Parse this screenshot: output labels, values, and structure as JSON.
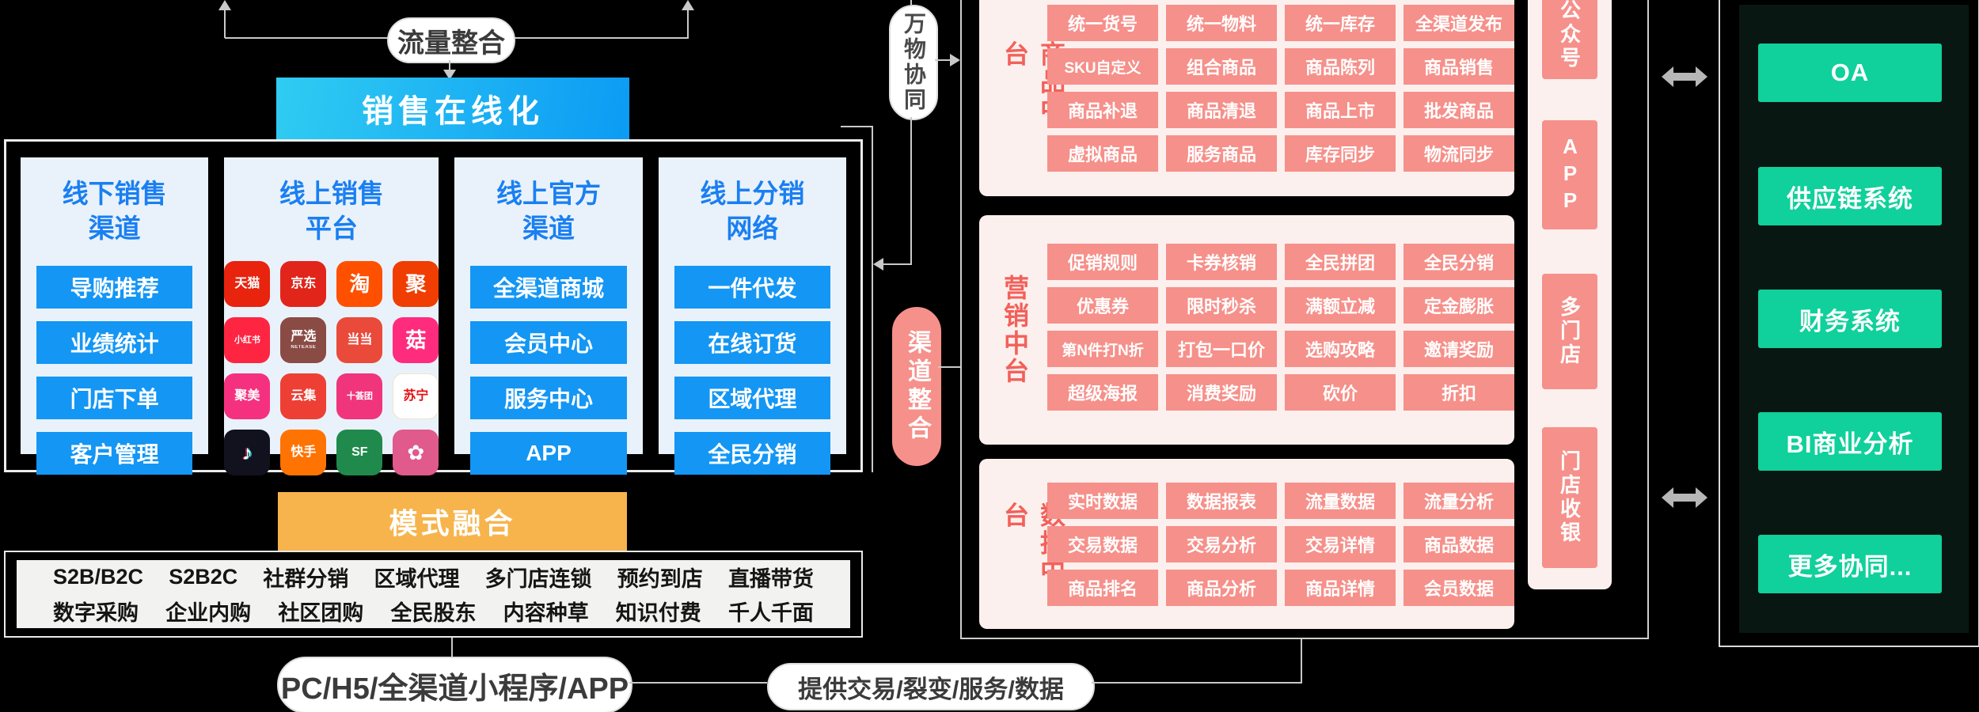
{
  "top_left": {
    "traffic_pill": "流量整合",
    "sales_header": "销售在线化"
  },
  "sales_box": {
    "panels": [
      {
        "id": "offline-sales-channel",
        "title_line1": "线下销售",
        "title_line2": "渠道",
        "buttons": [
          "导购推荐",
          "业绩统计",
          "门店下单",
          "客户管理"
        ]
      },
      {
        "id": "online-sales-platform",
        "title_line1": "线上销售",
        "title_line2": "平台",
        "icons": [
          {
            "name": "tmall-icon",
            "label": "天猫",
            "bg": "#e8230e",
            "glyph": "天猫"
          },
          {
            "name": "jd-icon",
            "label": "京东",
            "bg": "#e1251b",
            "glyph": "京东"
          },
          {
            "name": "taobao-icon",
            "label": "淘宝",
            "bg": "#ff5000",
            "glyph": "淘"
          },
          {
            "name": "juhuasuan-icon",
            "label": "聚划算",
            "bg": "#f03d02",
            "glyph": "聚"
          },
          {
            "name": "xiaohongshu-icon",
            "label": "小红书",
            "bg": "#fe2543",
            "glyph": "小红书"
          },
          {
            "name": "yanxuan-icon",
            "label": "网易严选",
            "bg": "#8a4b44",
            "glyph": "严选",
            "sub": "NETEASE"
          },
          {
            "name": "dangdang-icon",
            "label": "当当",
            "bg": "#ea4a3a",
            "glyph": "当当"
          },
          {
            "name": "mogujie-icon",
            "label": "蘑菇街",
            "bg": "#ff2c7d",
            "glyph": "菇"
          },
          {
            "name": "jumei-icon",
            "label": "聚美",
            "bg": "#f5317f",
            "glyph": "聚美"
          },
          {
            "name": "yunji-icon",
            "label": "云集",
            "bg": "#ee3f35",
            "glyph": "云集"
          },
          {
            "name": "shihuituan-icon",
            "label": "十荟团",
            "bg": "#f0357c",
            "glyph": "十荟团"
          },
          {
            "name": "suning-icon",
            "label": "苏宁易购",
            "bg": "#ffffff",
            "fg": "#e70d11",
            "glyph": "苏宁",
            "border": "#f2e3c8"
          },
          {
            "name": "douyin-icon",
            "label": "抖音",
            "bg": "#12121e",
            "glyph": "♪",
            "shadow": true
          },
          {
            "name": "kuaishou-icon",
            "label": "快手",
            "bg": "#ff7303",
            "glyph": "快手"
          },
          {
            "name": "sf-icon",
            "label": "SF",
            "bg": "#1f8a4c",
            "glyph": "SF"
          },
          {
            "name": "flower-app-icon",
            "label": "花",
            "bg": "#e05a8c",
            "glyph": "✿"
          }
        ]
      },
      {
        "id": "online-official-channel",
        "title_line1": "线上官方",
        "title_line2": "渠道",
        "buttons": [
          "全渠道商城",
          "会员中心",
          "服务中心",
          "APP"
        ]
      },
      {
        "id": "online-distribution-network",
        "title_line1": "线上分销",
        "title_line2": "网络",
        "buttons": [
          "一件代发",
          "在线订货",
          "区域代理",
          "全民分销"
        ]
      }
    ]
  },
  "modes": {
    "header": "模式融合",
    "rows": [
      [
        "S2B/B2C",
        "S2B2C",
        "社群分销",
        "区域代理",
        "多门店连锁",
        "预约到店",
        "直播带货"
      ],
      [
        "数字采购",
        "企业内购",
        "社区团购",
        "全民股东",
        "内容种草",
        "知识付费",
        "千人千面"
      ]
    ]
  },
  "bottom": {
    "pc_pill": "PC/H5/全渠道小程序/APP",
    "provide_pill": "提供交易/裂变/服务/数据"
  },
  "connector_pills": {
    "wanwu": "万物协同",
    "qudao": "渠道整合"
  },
  "platform": {
    "panels": [
      {
        "id": "product-center",
        "label": "商品中台",
        "chips": [
          "统一货号",
          "统一物料",
          "统一库存",
          "全渠道发布",
          "SKU自定义",
          "组合商品",
          "商品陈列",
          "商品销售",
          "商品补退",
          "商品清退",
          "商品上市",
          "批发商品",
          "虚拟商品",
          "服务商品",
          "库存同步",
          "物流同步"
        ]
      },
      {
        "id": "marketing-center",
        "label": "营销中台",
        "chips": [
          "促销规则",
          "卡券核销",
          "全民拼团",
          "全民分销",
          "优惠券",
          "限时秒杀",
          "满额立减",
          "定金膨胀",
          "第N件打N折",
          "打包一口价",
          "选购攻略",
          "邀请奖励",
          "超级海报",
          "消费奖励",
          "砍价",
          "折扣"
        ]
      },
      {
        "id": "data-center",
        "label": "数据中台",
        "chips": [
          "实时数据",
          "数据报表",
          "流量数据",
          "流量分析",
          "交易数据",
          "交易分析",
          "交易详情",
          "商品数据",
          "商品排名",
          "商品分析",
          "商品详情",
          "会员数据"
        ]
      }
    ],
    "channels": [
      "公众号",
      "APP",
      "多门店",
      "门店收银"
    ]
  },
  "right_panel": {
    "items": [
      "OA",
      "供应链系统",
      "财务系统",
      "BI商业分析",
      "更多协同..."
    ]
  },
  "colors": {
    "accent_blue": "#1496f4",
    "header_blue_gradient_start": "#30ccf2",
    "header_blue_gradient_end": "#0c9bf4",
    "salmon_chip": "#f6908a",
    "panel_pink": "#fcf0ee",
    "label_red": "#f2615a",
    "orange": "#f7b44c",
    "green": "#10d09b",
    "dark_green_bg": "#081711"
  }
}
